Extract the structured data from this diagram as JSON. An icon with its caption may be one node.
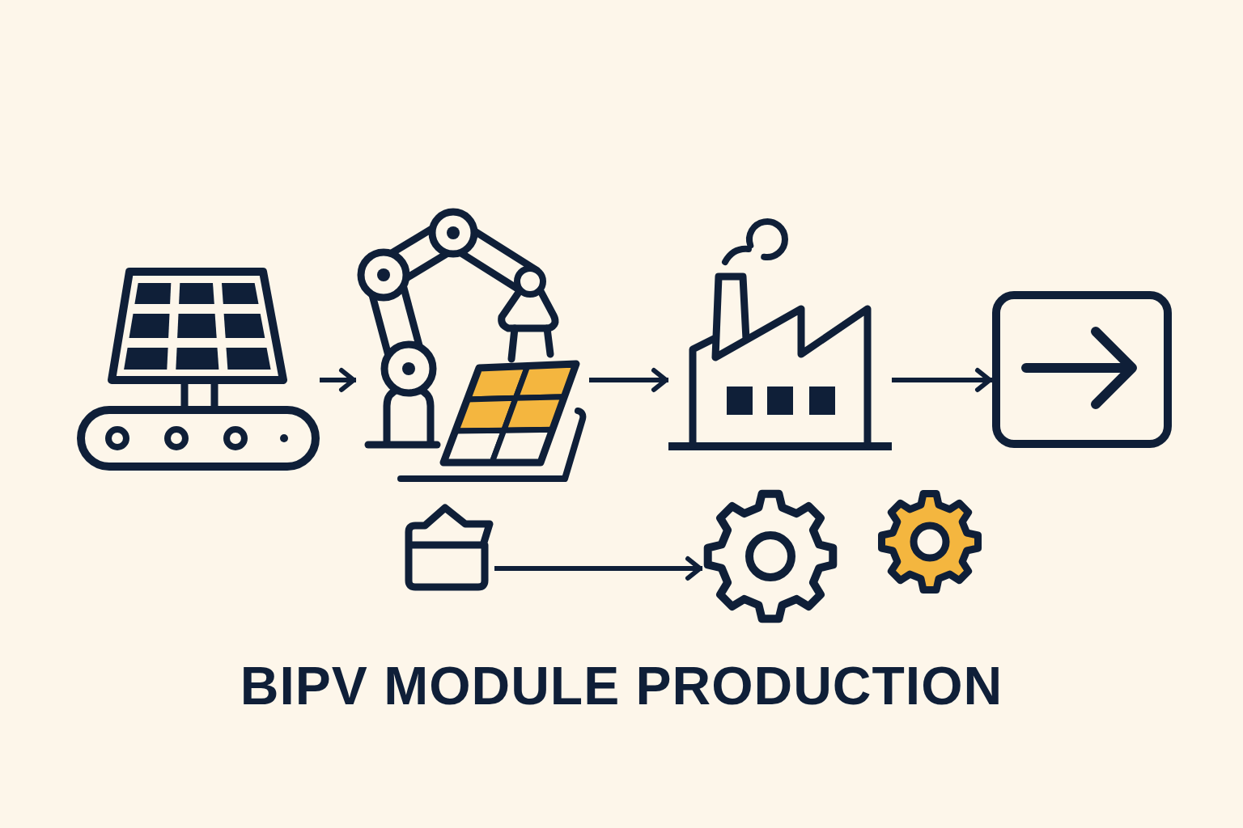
{
  "diagram": {
    "title": "BIPV MODULE PRODUCTION",
    "nodes": [
      {
        "text": [],
        "shape": "picture"
      },
      {
        "text": [],
        "shape": "picture"
      },
      {
        "text": [],
        "shape": "picture"
      },
      {
        "text": [],
        "shape": "picture"
      },
      {
        "text": [],
        "shape": "picture"
      },
      {
        "text": [],
        "shape": "picture"
      },
      {
        "text": [],
        "shape": "picture"
      }
    ],
    "edges": [
      {
        "from": 0,
        "to": 1,
        "arrow": "to"
      },
      {
        "from": 1,
        "to": 2,
        "arrow": "to"
      },
      {
        "from": 2,
        "to": 3,
        "arrow": "to"
      },
      {
        "from": 4,
        "to": 5,
        "arrow": "to"
      }
    ]
  }
}
